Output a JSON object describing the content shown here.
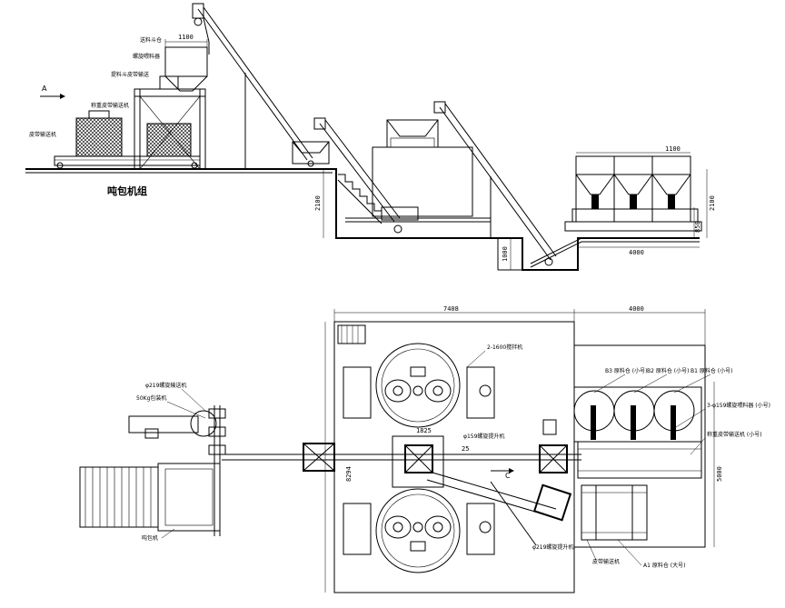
{
  "elevation": {
    "caption": "吨包机组",
    "view_arrow": "A",
    "labels": {
      "feed_hopper": "送料斗仓",
      "screw_feeder": "螺旋喂料器",
      "bucket_belt": "提料斗皮带输送",
      "weigh_belt": "称重皮带输送机",
      "belt_conveyor": "皮带输送机"
    },
    "dims": {
      "hopper_width_left": "1100",
      "pit_height": "2100",
      "pit_depth": "1000",
      "hopper_width_right": "1100",
      "silo_height": "850",
      "right_height": "2100",
      "right_width": "4000"
    }
  },
  "plan": {
    "dims": {
      "top_left_width": "7408",
      "top_right_width": "4000",
      "left_height": "8294",
      "right_height": "5000",
      "center_offset": "1825",
      "dim_25": "25"
    },
    "labels": {
      "mixers": "2-1600搅拌机",
      "screw_219_top": "φ219螺旋输送机",
      "bag_50kg": "50Kg包装机",
      "screw_159_mid": "φ159螺旋提升机",
      "view_c": "C",
      "bag_station": "吨包机",
      "screw_219_bottom": "φ219螺旋提升机",
      "belt_conveyor_bottom": "皮带输送机",
      "silo_b3": "B3 原料仓 (小号)",
      "silo_b2": "B2 原料仓 (小号)",
      "silo_b1": "B1 原料仓 (小号)",
      "screw_159_right": "3-φ159螺旋喂料器 (小号)",
      "weigh_belt_right": "称重皮带输送机 (小号)",
      "silo_a1": "A1 原料仓 (大号)"
    }
  }
}
